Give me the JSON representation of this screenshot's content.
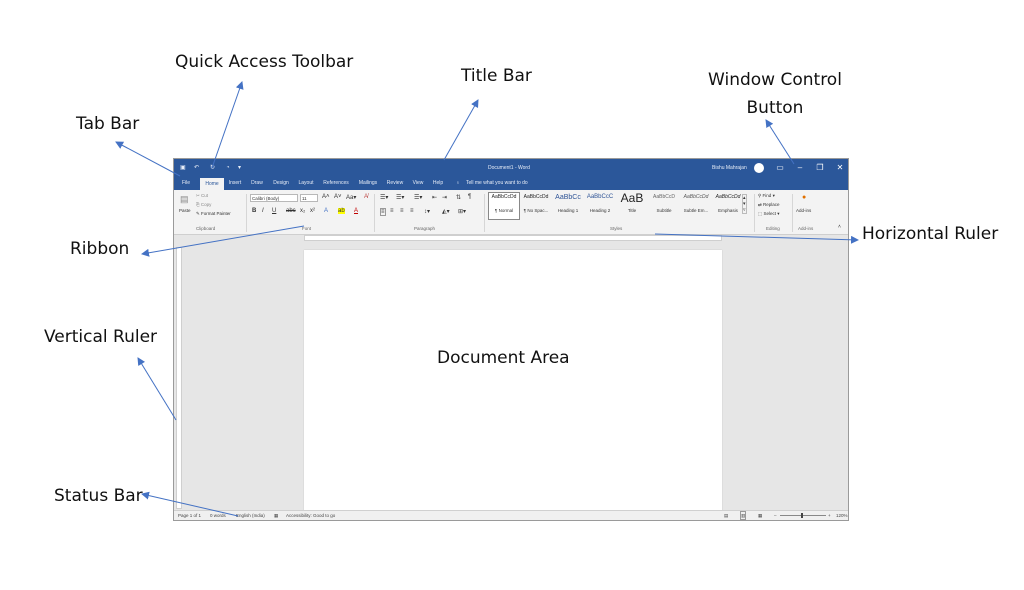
{
  "callouts": {
    "quick_access_toolbar": "Quick Access Toolbar",
    "title_bar": "Title Bar",
    "window_control_line1": "Window Control",
    "window_control_line2": "Button",
    "tab_bar": "Tab Bar",
    "ribbon": "Ribbon",
    "horizontal_ruler": "Horizontal Ruler",
    "vertical_ruler": "Vertical Ruler",
    "document_area": "Document Area",
    "status_bar": "Status Bar"
  },
  "word": {
    "title": "Document1 - Word",
    "user": "Bishu Mahrajan",
    "tabs": [
      "File",
      "Home",
      "Insert",
      "Draw",
      "Design",
      "Layout",
      "References",
      "Mailings",
      "Review",
      "View",
      "Help"
    ],
    "tell_me": "Tell me what you want to do",
    "clipboard": {
      "paste": "Paste",
      "cut": "Cut",
      "copy": "Copy",
      "format_painter": "Format Painter",
      "label": "Clipboard"
    },
    "font": {
      "name": "Calibri (Body)",
      "size": "11",
      "label": "Font"
    },
    "paragraph_label": "Paragraph",
    "styles": [
      {
        "preview": "AaBbCcDd",
        "name": "¶ Normal"
      },
      {
        "preview": "AaBbCcDd",
        "name": "¶ No Spac..."
      },
      {
        "preview": "AaBbCc",
        "name": "Heading 1"
      },
      {
        "preview": "AaBbCcC",
        "name": "Heading 2"
      },
      {
        "preview": "AaB",
        "name": "Title"
      },
      {
        "preview": "AaBbCcD",
        "name": "Subtitle"
      },
      {
        "preview": "AaBbCcDd",
        "name": "Subtle Em..."
      },
      {
        "preview": "AaBbCcDd",
        "name": "Emphasis"
      }
    ],
    "styles_label": "Styles",
    "editing": {
      "find": "Find",
      "replace": "Replace",
      "select": "Select",
      "label": "Editing"
    },
    "addins": {
      "button": "Add-ins",
      "label": "Add-ins"
    },
    "status": {
      "page": "Page 1 of 1",
      "words": "0 words",
      "language": "English (India)",
      "accessibility": "Accessibility: Good to go",
      "zoom": "120%"
    }
  },
  "colors": {
    "word_blue": "#2b579a",
    "arrow": "#4472c4"
  }
}
